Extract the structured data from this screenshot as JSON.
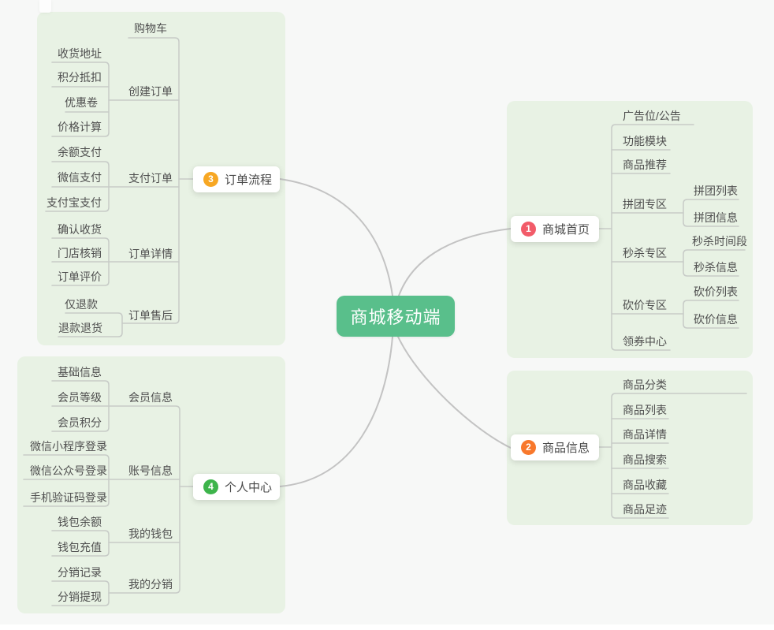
{
  "app": {
    "background_color": "#f7f8f7",
    "panel_color": "#e8f2e4",
    "tree_line_color": "#c7cbc7",
    "curve_line_color": "#c3c3c3"
  },
  "root": {
    "label": "商城移动端",
    "color": "#59bf8b"
  },
  "branches": [
    {
      "num": "1",
      "label": "商城首页",
      "badge_color": "#f25b69"
    },
    {
      "num": "2",
      "label": "商品信息",
      "badge_color": "#f8782c"
    },
    {
      "num": "3",
      "label": "订单流程",
      "badge_color": "#f7a723"
    },
    {
      "num": "4",
      "label": "个人中心",
      "badge_color": "#3db44b"
    }
  ],
  "order_flow": {
    "groups": [
      "购物车",
      "创建订单",
      "支付订单",
      "订单详情",
      "订单售后"
    ],
    "leaves": [
      "收货地址",
      "积分抵扣",
      "优惠卷",
      "价格计算",
      "余额支付",
      "微信支付",
      "支付宝支付",
      "确认收货",
      "门店核销",
      "订单评价",
      "仅退款",
      "退款退货"
    ]
  },
  "personal_center": {
    "groups": [
      "会员信息",
      "账号信息",
      "我的钱包",
      "我的分销"
    ],
    "leaves": [
      "基础信息",
      "会员等级",
      "会员积分",
      "微信小程序登录",
      "微信公众号登录",
      "手机验证码登录",
      "钱包余额",
      "钱包充值",
      "分销记录",
      "分销提现"
    ]
  },
  "mall_home": {
    "groups": [
      "广告位/公告",
      "功能模块",
      "商品推荐",
      "拼团专区",
      "秒杀专区",
      "砍价专区",
      "领券中心"
    ],
    "leaves": [
      "拼团列表",
      "拼团信息",
      "秒杀时间段",
      "秒杀信息",
      "砍价列表",
      "砍价信息"
    ]
  },
  "product_info": {
    "groups": [
      "商品分类",
      "商品列表",
      "商品详情",
      "商品搜索",
      "商品收藏",
      "商品足迹"
    ]
  }
}
